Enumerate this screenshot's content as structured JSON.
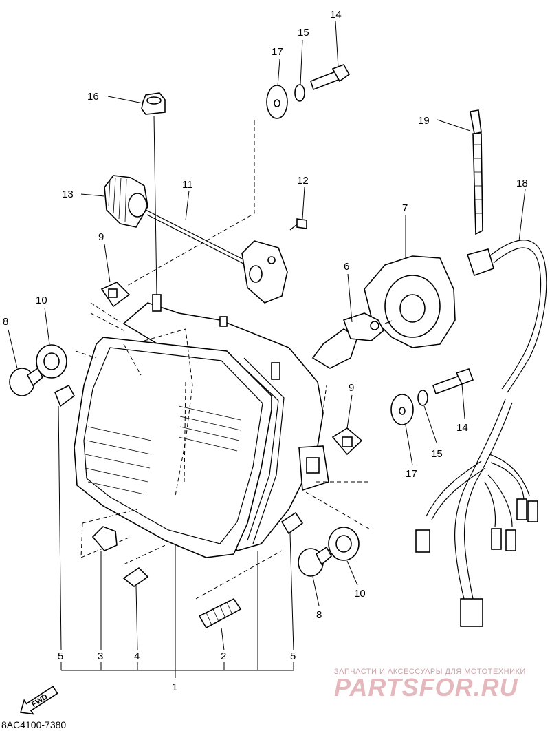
{
  "diagram_code": "8AC4100-7380",
  "fwd_label": "FWD",
  "watermark": {
    "subtitle": "ЗАПЧАСТИ И АКСЕССУАРЫ ДЛЯ МОТОТЕХНИКИ",
    "brand": "PARTSFOR.RU"
  },
  "callouts": {
    "c1": "1",
    "c2": "2",
    "c3": "3",
    "c4": "4",
    "c5a": "5",
    "c5b": "5",
    "c6": "6",
    "c7": "7",
    "c8a": "8",
    "c8b": "8",
    "c9a": "9",
    "c9b": "9",
    "c10a": "10",
    "c10b": "10",
    "c11": "11",
    "c12": "12",
    "c13": "13",
    "c14a": "14",
    "c14b": "14",
    "c15a": "15",
    "c15b": "15",
    "c16": "16",
    "c17a": "17",
    "c17b": "17",
    "c18": "18",
    "c19": "19"
  }
}
